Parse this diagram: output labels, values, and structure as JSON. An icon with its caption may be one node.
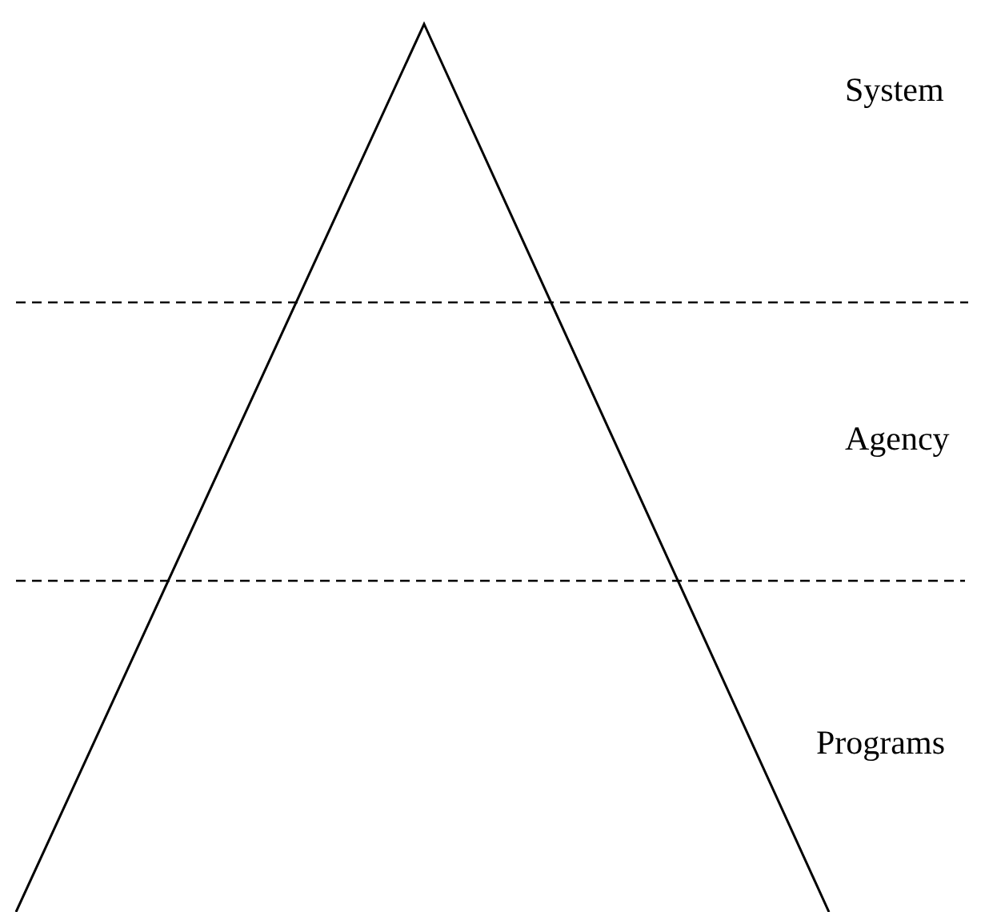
{
  "diagram": {
    "labels": [
      "System",
      "Agency",
      "Programs"
    ]
  }
}
